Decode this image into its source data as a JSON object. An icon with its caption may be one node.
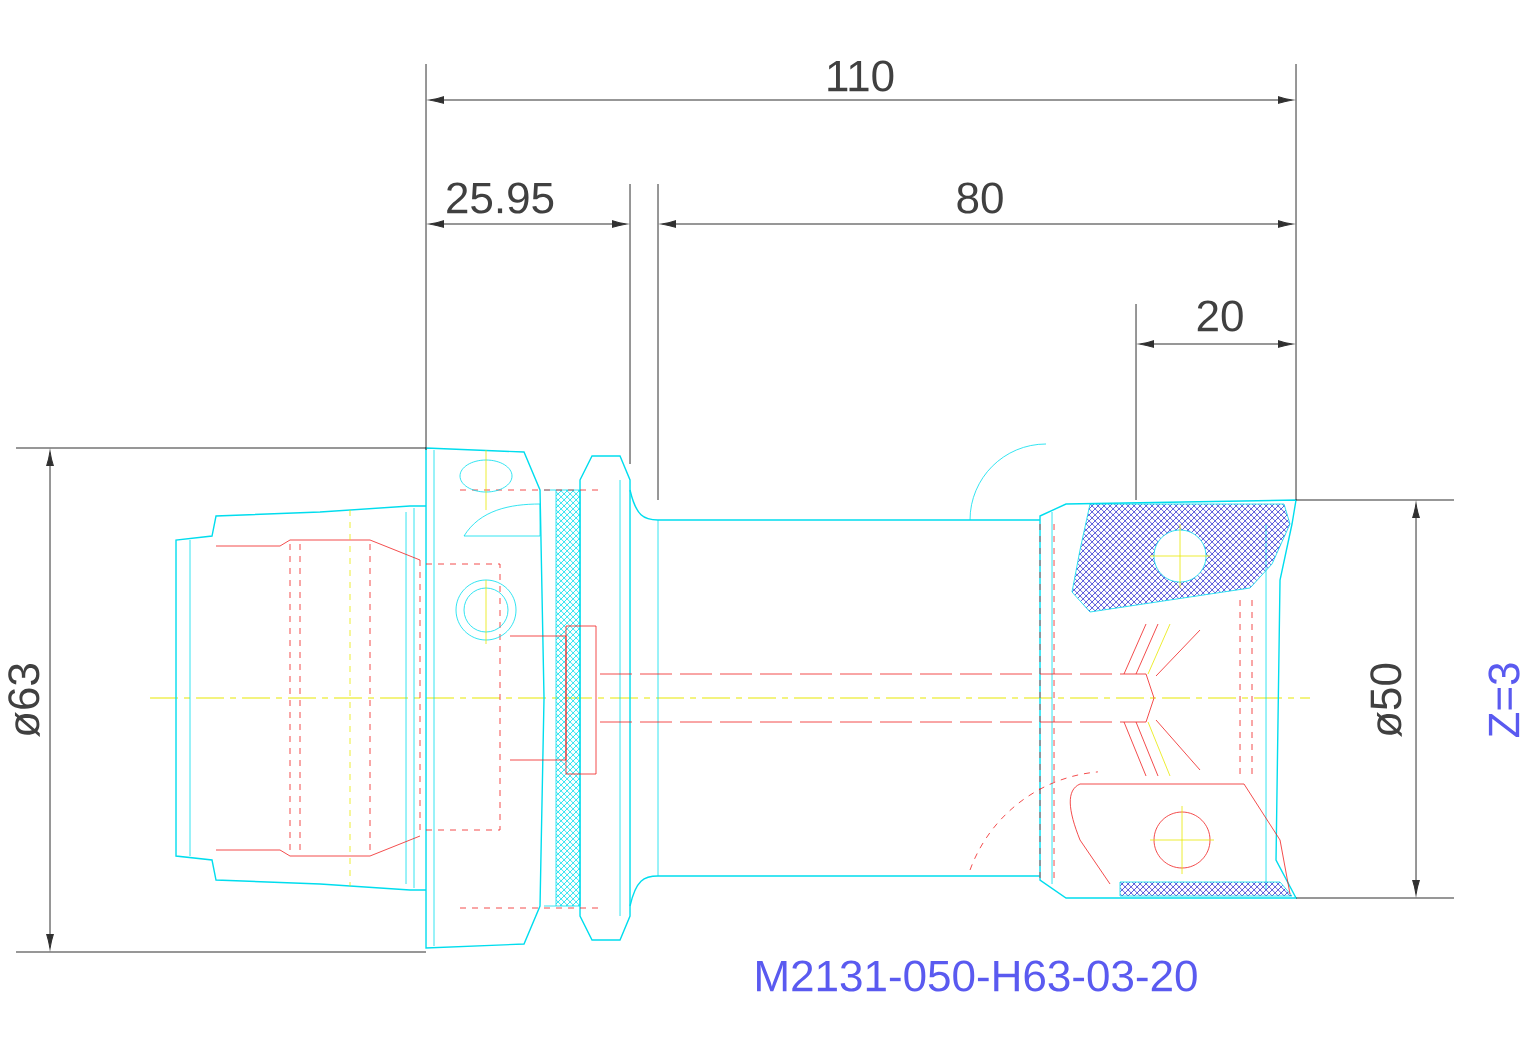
{
  "diagram": {
    "labels": [
      "110",
      "25.95",
      "80",
      "20",
      "ø63",
      "ø50",
      "Z=3",
      "M2131-050-H63-03-20"
    ]
  }
}
